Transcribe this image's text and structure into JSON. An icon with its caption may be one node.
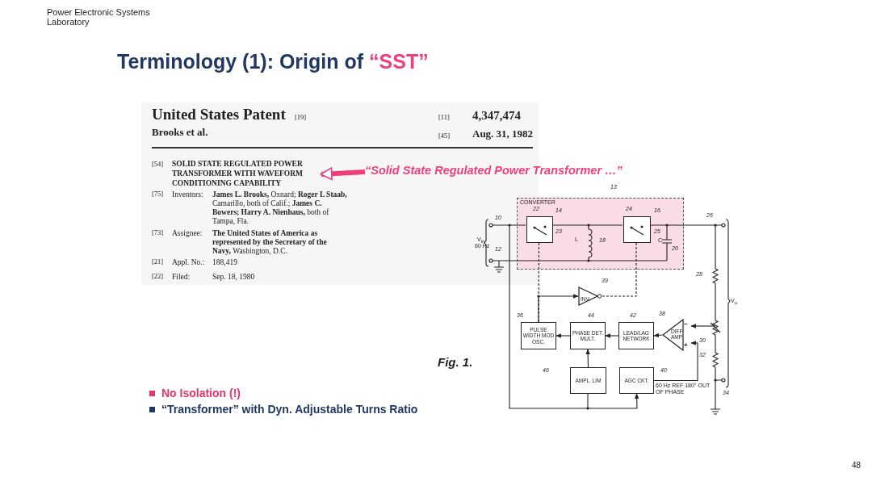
{
  "diagram": {
    "title": "Terminology (1): Origin of **“SST”**",
    "nodes": [
      {
        "text": [
          "SOLID STATE REGULATED POWER TRANSFORMER WITH WAVEFORM CONDITIONING CAPABILITY"
        ]
      },
      {
        "text": [
          "“Solid State Regulated Power Transformer …”"
        ]
      },
      {
        "text": [
          "CONVERTER"
        ]
      },
      {
        "text": [],
        "shape": "box",
        "in": 2
      },
      {
        "text": [],
        "shape": "box",
        "in": 2
      },
      {
        "text": [
          "INV."
        ]
      },
      {
        "text": [
          "PULSE WIDTH MOD OSC."
        ]
      },
      {
        "text": [
          "PHASE DET. MULT."
        ]
      },
      {
        "text": [
          "LEAD/LAG NETWORK"
        ]
      },
      {
        "text": [
          "DIFF AMP"
        ]
      },
      {
        "text": [
          "AMPL. LIM"
        ]
      },
      {
        "text": [
          "AGC CKT."
        ]
      }
    ],
    "edges": [
      {
        "from": 1,
        "to": 0,
        "arrow": "to",
        "style": "thick",
        "color": "#ef3f7b"
      },
      {
        "from": 8,
        "to": 7,
        "arrow": "to"
      },
      {
        "from": 7,
        "to": 6,
        "arrow": "to"
      },
      {
        "from": 9,
        "to": 8,
        "arrow": "to"
      },
      {
        "from": 10,
        "to": 7,
        "arrow": "to"
      },
      {
        "from": 11,
        "to": 9,
        "arrow": "to"
      },
      {
        "from": 6,
        "to": 3,
        "arrow": "none",
        "style": "dashed"
      },
      {
        "from": 6,
        "to": 5,
        "arrow": "to"
      },
      {
        "from": 5,
        "to": 4,
        "arrow": "none",
        "style": "dashed"
      },
      {
        "from": null,
        "to": 9,
        "arrow": "to"
      },
      {
        "from": null,
        "to": 11,
        "arrow": "to"
      }
    ],
    "labels": [
      "Power Electronic Systems Laboratory",
      "United States Patent",
      "[19]",
      "[11]",
      "4,347,474",
      "Brooks et al.",
      "[45]",
      "Aug. 31, 1982",
      "[54]",
      "[75]",
      "Inventors:",
      "**James L. Brooks,** Oxnard; **Roger L Staab,** Camarillo, both of Calif.; **James C. Bowers; Harry A. Nienhaus,** both of Tampa, Fla.",
      "[73]",
      "Assignee:",
      "**The United States of America as represented by the Secretary of the Navy,** Washington, D.C.",
      "[21]",
      "Appl. No.:",
      "188,419",
      "[22]",
      "Filed:",
      "Sep. 18, 1980",
      "13",
      "10",
      "22",
      "14",
      "24",
      "16",
      "26",
      "V$_{in}$",
      "60 Hz",
      "23",
      "L",
      "18",
      "25",
      "C",
      "12",
      "20",
      "28",
      "39",
      "V$_{o}$",
      "36",
      "44",
      "42",
      "38",
      "−",
      "+",
      "30",
      "32",
      "Fig. 1.",
      "46",
      "40",
      "60 Hz REF 180° OUT OF PHASE",
      "34",
      "No Isolation (!)",
      "“Transformer” with Dyn. Adjustable Turns Ratio",
      "48"
    ]
  }
}
